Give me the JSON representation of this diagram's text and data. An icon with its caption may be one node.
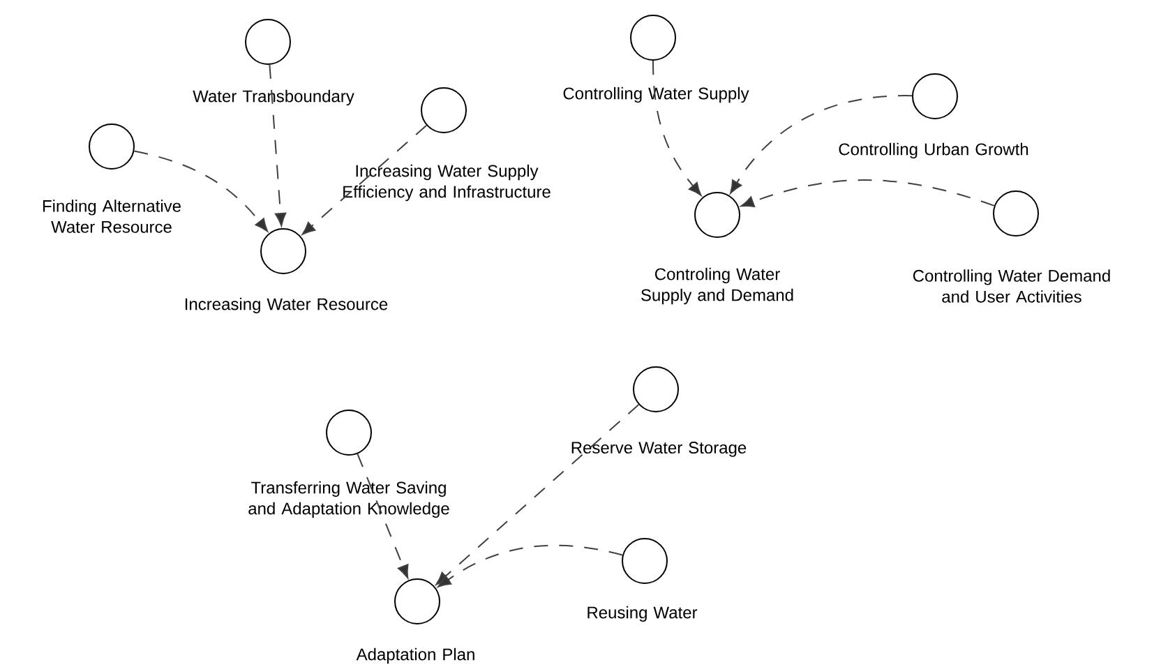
{
  "diagram": {
    "nodes": [
      {
        "text": [
          "Increasing Water Resource"
        ]
      },
      {
        "text": [
          "Finding Alternative Water Resource"
        ]
      },
      {
        "text": [
          "Water Transboundary"
        ]
      },
      {
        "text": [
          "Increasing Water Supply Efficiency and Infrastructure"
        ]
      },
      {
        "text": [
          "Controling Water Supply and Demand"
        ]
      },
      {
        "text": [
          "Controlling Water Supply"
        ]
      },
      {
        "text": [
          "Controlling Urban Growth"
        ]
      },
      {
        "text": [
          "Controlling Water Demand and User Activities"
        ]
      },
      {
        "text": [
          "Adaptation Plan"
        ]
      },
      {
        "text": [
          "Transferring Water Saving and Adaptation Knowledge"
        ]
      },
      {
        "text": [
          "Reserve Water Storage"
        ]
      },
      {
        "text": [
          "Reusing Water"
        ]
      }
    ],
    "edges": [
      {
        "from": 1,
        "to": 0,
        "arrow": "to",
        "style": "dashed"
      },
      {
        "from": 2,
        "to": 0,
        "arrow": "to",
        "style": "dashed"
      },
      {
        "from": 3,
        "to": 0,
        "arrow": "to",
        "style": "dashed"
      },
      {
        "from": 5,
        "to": 4,
        "arrow": "to",
        "style": "dashed"
      },
      {
        "from": 6,
        "to": 4,
        "arrow": "to",
        "style": "dashed"
      },
      {
        "from": 7,
        "to": 4,
        "arrow": "to",
        "style": "dashed"
      },
      {
        "from": 9,
        "to": 8,
        "arrow": "to",
        "style": "dashed"
      },
      {
        "from": 10,
        "to": 8,
        "arrow": "to",
        "style": "dashed"
      },
      {
        "from": 11,
        "to": 8,
        "arrow": "to",
        "style": "dashed"
      }
    ]
  }
}
